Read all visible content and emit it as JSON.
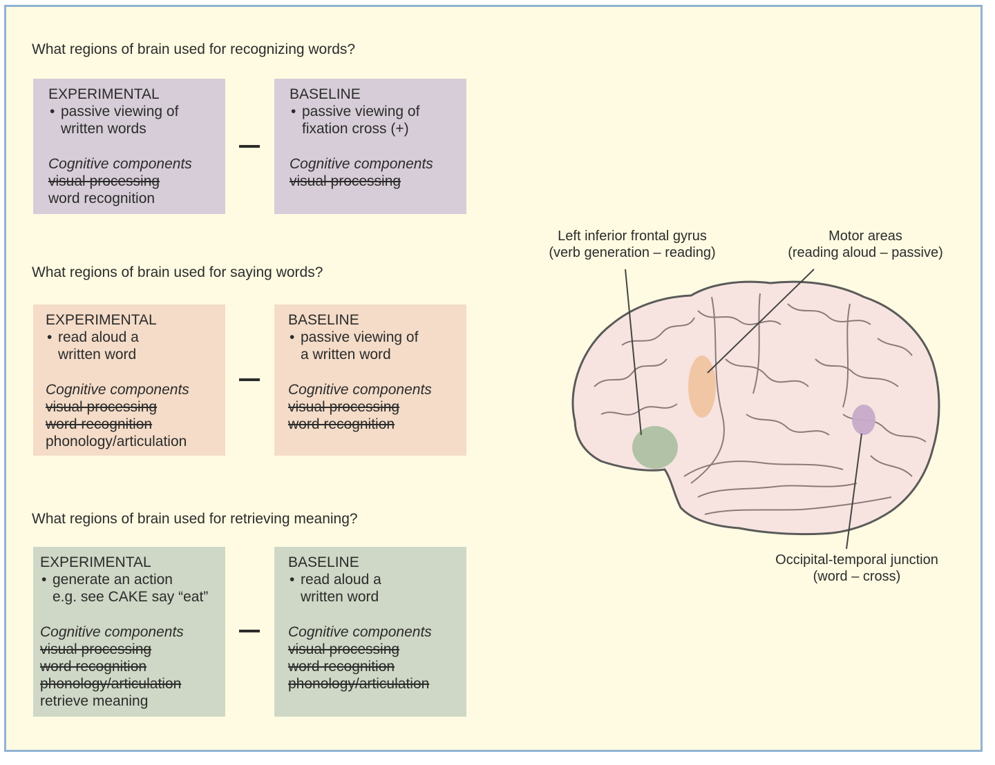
{
  "sections": [
    {
      "question": "What regions of brain used for recognizing words?",
      "experimental": {
        "heading": "EXPERIMENTAL",
        "bullet": [
          "passive viewing of",
          "written words"
        ],
        "components_heading": "Cognitive components",
        "struck": [
          "visual processing"
        ],
        "active": [
          "word recognition"
        ]
      },
      "baseline": {
        "heading": "BASELINE",
        "bullet": [
          "passive viewing of",
          "fixation cross (+)"
        ],
        "components_heading": "Cognitive components",
        "struck": [
          "visual processing"
        ],
        "active": []
      }
    },
    {
      "question": "What regions of brain used for saying words?",
      "experimental": {
        "heading": "EXPERIMENTAL",
        "bullet": [
          "read aloud a",
          "written word"
        ],
        "components_heading": "Cognitive components",
        "struck": [
          "visual processing",
          "word recognition"
        ],
        "active": [
          "phonology/articulation"
        ]
      },
      "baseline": {
        "heading": "BASELINE",
        "bullet": [
          "passive viewing of",
          "a written word"
        ],
        "components_heading": "Cognitive components",
        "struck": [
          "visual processing",
          "word recognition"
        ],
        "active": []
      }
    },
    {
      "question": "What regions of brain used for retrieving meaning?",
      "experimental": {
        "heading": "EXPERIMENTAL",
        "bullet": [
          "generate an action",
          "e.g. see CAKE say “eat”"
        ],
        "components_heading": "Cognitive components",
        "struck": [
          "visual processing",
          "word recognition",
          "phonology/articulation"
        ],
        "active": [
          "retrieve meaning"
        ]
      },
      "baseline": {
        "heading": "BASELINE",
        "bullet": [
          "read aloud a",
          "written word"
        ],
        "components_heading": "Cognitive components",
        "struck": [
          "visual processing",
          "word recognition",
          "phonology/articulation"
        ],
        "active": []
      }
    }
  ],
  "minus_sign": "—",
  "brain_labels": {
    "frontal": [
      "Left inferior frontal gyrus",
      "(verb generation – reading)"
    ],
    "motor": [
      "Motor areas",
      "(reading aloud – passive)"
    ],
    "occipital": [
      "Occipital-temporal junction",
      "(word – cross)"
    ]
  },
  "colors": {
    "purple_box": "#d7cdd8",
    "peach_box": "#f4dcc8",
    "green_box": "#cfd8c6",
    "brain_fill": "#f7e4e0",
    "frontal_region": "#a9bea1",
    "motor_region": "#f0c4a0",
    "occipital_region": "#c7a9c9"
  }
}
